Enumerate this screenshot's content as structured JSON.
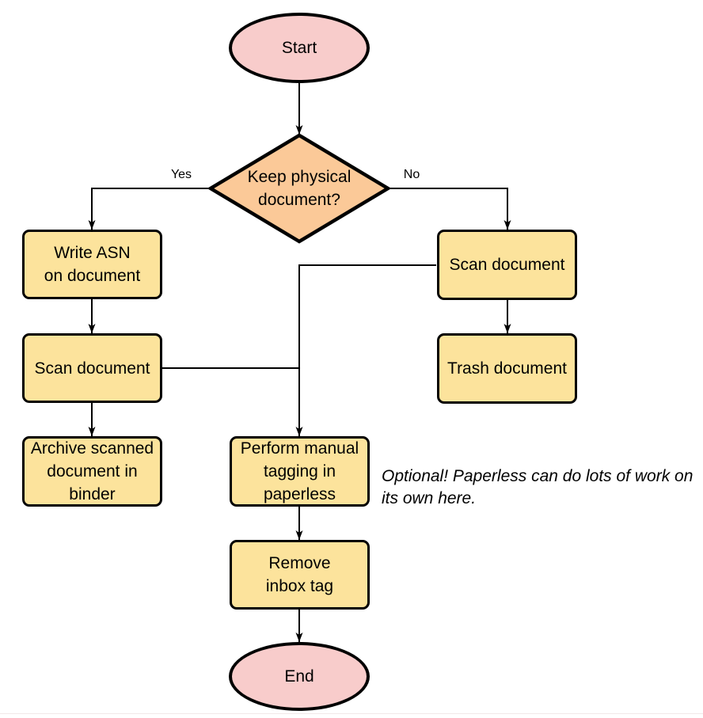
{
  "colors": {
    "terminator_fill": "#F8CCCB",
    "process_fill": "#FCE39C",
    "decision_fill": "#FBC998",
    "stroke": "#000000"
  },
  "nodes": {
    "start": {
      "label": "Start"
    },
    "decision": {
      "label": "Keep physical\ndocument?"
    },
    "write_asn": {
      "label": "Write ASN\non document"
    },
    "scan_left": {
      "label": "Scan document"
    },
    "archive": {
      "label": "Archive scanned\ndocument in\nbinder"
    },
    "scan_right": {
      "label": "Scan document"
    },
    "trash": {
      "label": "Trash document"
    },
    "tagging": {
      "label": "Perform manual\ntagging in\npaperless"
    },
    "remove_inbox": {
      "label": "Remove\ninbox tag"
    },
    "end": {
      "label": "End"
    }
  },
  "edge_labels": {
    "yes": "Yes",
    "no": "No"
  },
  "annotation": {
    "text": "Optional! Paperless can do lots of work on\nits own here."
  }
}
